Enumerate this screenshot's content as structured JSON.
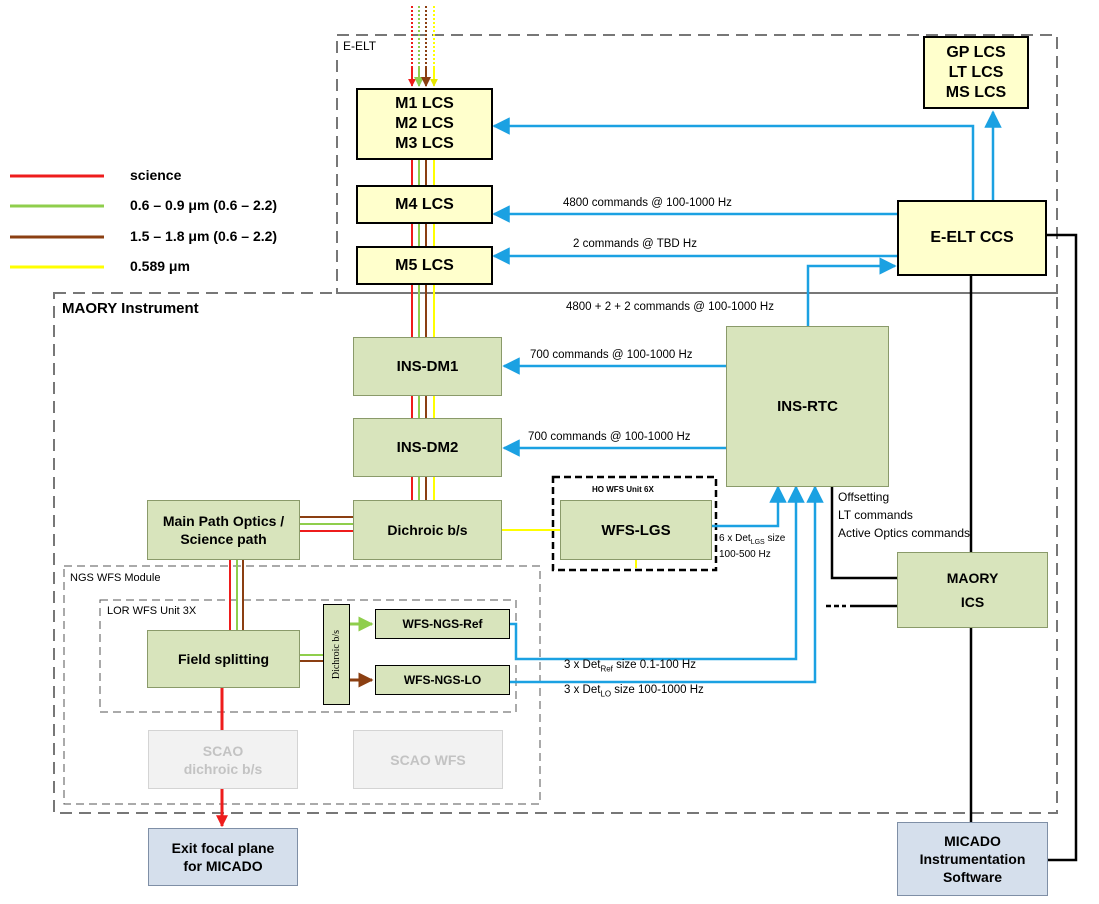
{
  "colors": {
    "science": "#ee1c1c",
    "nir": "#8fce4c",
    "brown": "#8b3f12",
    "lgs": "#ffff00",
    "link": "#1ba1e2",
    "frame": "#777777"
  },
  "legend": [
    {
      "label": "science",
      "color": "science"
    },
    {
      "label": "0.6 – 0.9 μm (0.6 – 2.2)",
      "color": "nir"
    },
    {
      "label": "1.5 – 1.8 μm (0.6 – 2.2)",
      "color": "brown"
    },
    {
      "label": "0.589 μm",
      "color": "lgs"
    }
  ],
  "frames": {
    "eelt": "E-ELT",
    "maory": "MAORY Instrument",
    "ngs": "NGS WFS Module",
    "lor": "LOR WFS Unit 3X",
    "ho": "HO WFS Unit 6X"
  },
  "boxes": {
    "m123": [
      "M1 LCS",
      "M2 LCS",
      "M3 LCS"
    ],
    "m4": "M4 LCS",
    "m5": "M5 LCS",
    "gp": [
      "GP LCS",
      "LT LCS",
      "MS LCS"
    ],
    "ccs": "E-ELT CCS",
    "dm1": "INS-DM1",
    "dm2": "INS-DM2",
    "rtc": "INS-RTC",
    "dichroic": "Dichroic b/s",
    "wfslgs": "WFS-LGS",
    "mpo": [
      "Main Path Optics /",
      "Science path"
    ],
    "field": "Field splitting",
    "dichroic_v": "Dichroic b/s",
    "ngsref": "WFS-NGS-Ref",
    "ngslo": "WFS-NGS-LO",
    "scao_dich": [
      "SCAO",
      "dichroic b/s"
    ],
    "scao_wfs": "SCAO WFS",
    "exit": [
      "Exit focal plane",
      "for MICADO"
    ],
    "maory_ics": [
      "MAORY",
      "ICS"
    ],
    "micado": [
      "MICADO",
      "Instrumentation",
      "Software"
    ]
  },
  "labels": {
    "m4_cmd": "4800 commands @ 100-1000 Hz",
    "m5_cmd": "2 commands @ TBD Hz",
    "rtc_cmd": "4800 + 2 + 2 commands @ 100-1000 Hz",
    "dm1_cmd": "700 commands @ 100-1000 Hz",
    "dm2_cmd": "700 commands @ 100-1000 Hz",
    "lgs_1_pre": "6 x Det",
    "lgs_1_sub": "LGS",
    "lgs_1_post": " size",
    "lgs_2": "100-500 Hz",
    "ref_pre": "3 x Det",
    "ref_sub": "Ref",
    "ref_post": " size 0.1-100 Hz",
    "lo_pre": "3 x Det",
    "lo_sub": "LO",
    "lo_post": " size  100-1000 Hz",
    "ics_notes": [
      "Offsetting",
      "LT commands",
      "Active Optics commands"
    ]
  }
}
